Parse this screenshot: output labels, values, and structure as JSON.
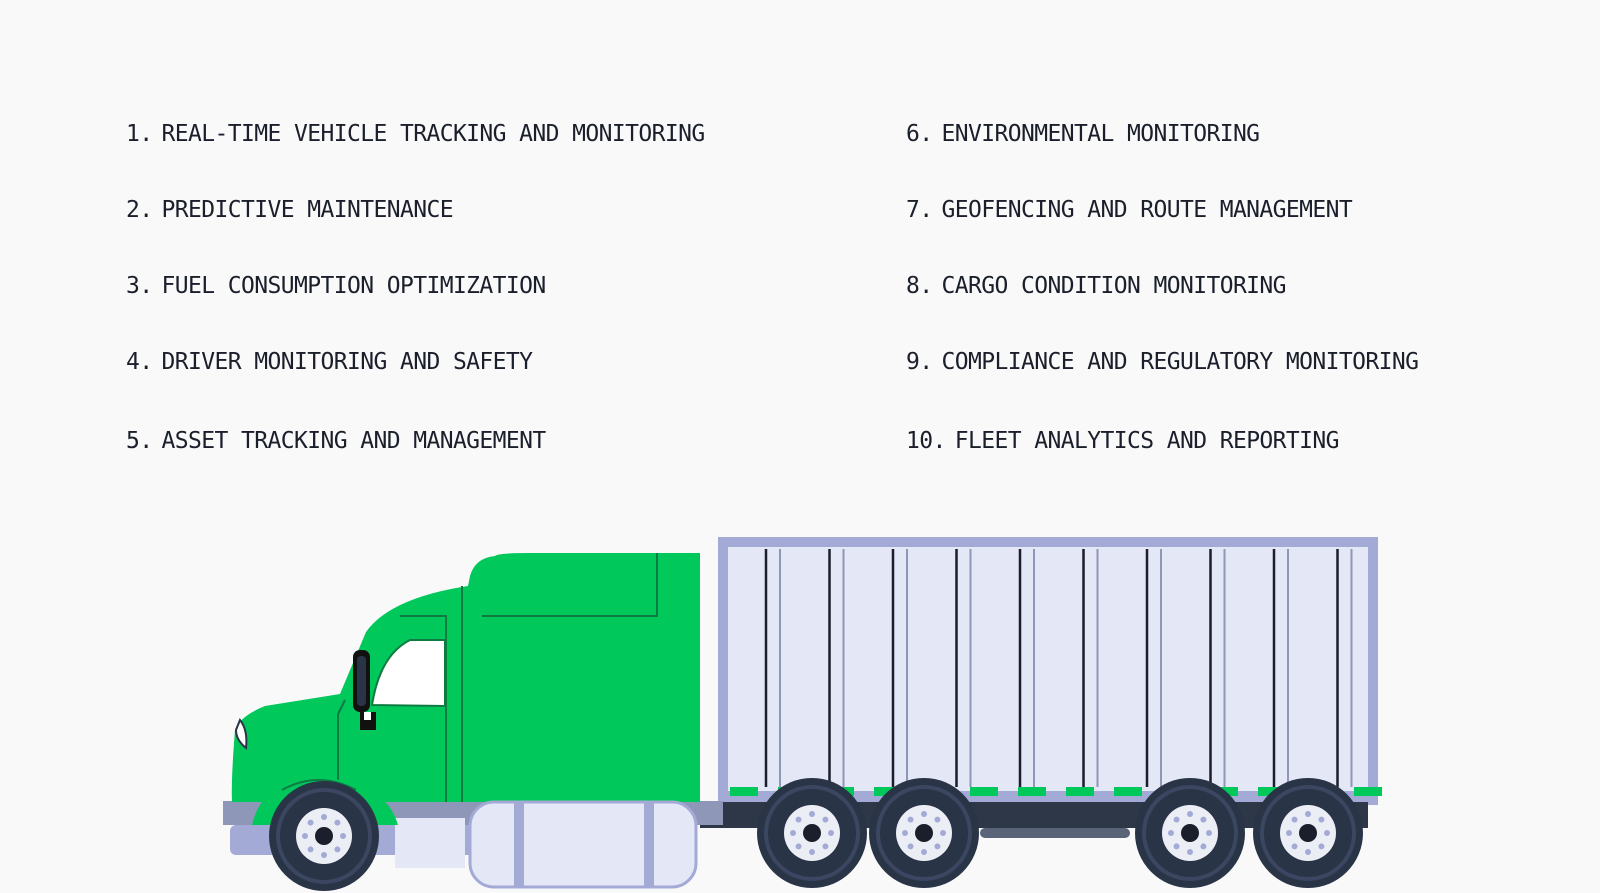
{
  "features": [
    {
      "number": "1.",
      "label": "REAL-TIME VEHICLE TRACKING AND MONITORING"
    },
    {
      "number": "2.",
      "label": "PREDICTIVE MAINTENANCE"
    },
    {
      "number": "3.",
      "label": "FUEL CONSUMPTION OPTIMIZATION"
    },
    {
      "number": "4.",
      "label": "DRIVER MONITORING AND SAFETY"
    },
    {
      "number": "5.",
      "label": "ASSET TRACKING AND MANAGEMENT"
    },
    {
      "number": "6.",
      "label": "ENVIRONMENTAL MONITORING"
    },
    {
      "number": "7.",
      "label": "GEOFENCING AND ROUTE MANAGEMENT"
    },
    {
      "number": "8.",
      "label": "CARGO CONDITION MONITORING"
    },
    {
      "number": "9.",
      "label": "COMPLIANCE AND REGULATORY MONITORING"
    },
    {
      "number": "10.",
      "label": "FLEET ANALYTICS AND REPORTING"
    }
  ],
  "illustration": {
    "subject": "truck-illustration",
    "colors": {
      "cab": "#00c85a",
      "trailer_frame": "#a3aad6",
      "trailer_panel": "#e4e7f6",
      "wheel": "#2a3447",
      "hub": "#eceef6",
      "text": "#1a1f2b",
      "background": "#f9f9f9"
    }
  }
}
